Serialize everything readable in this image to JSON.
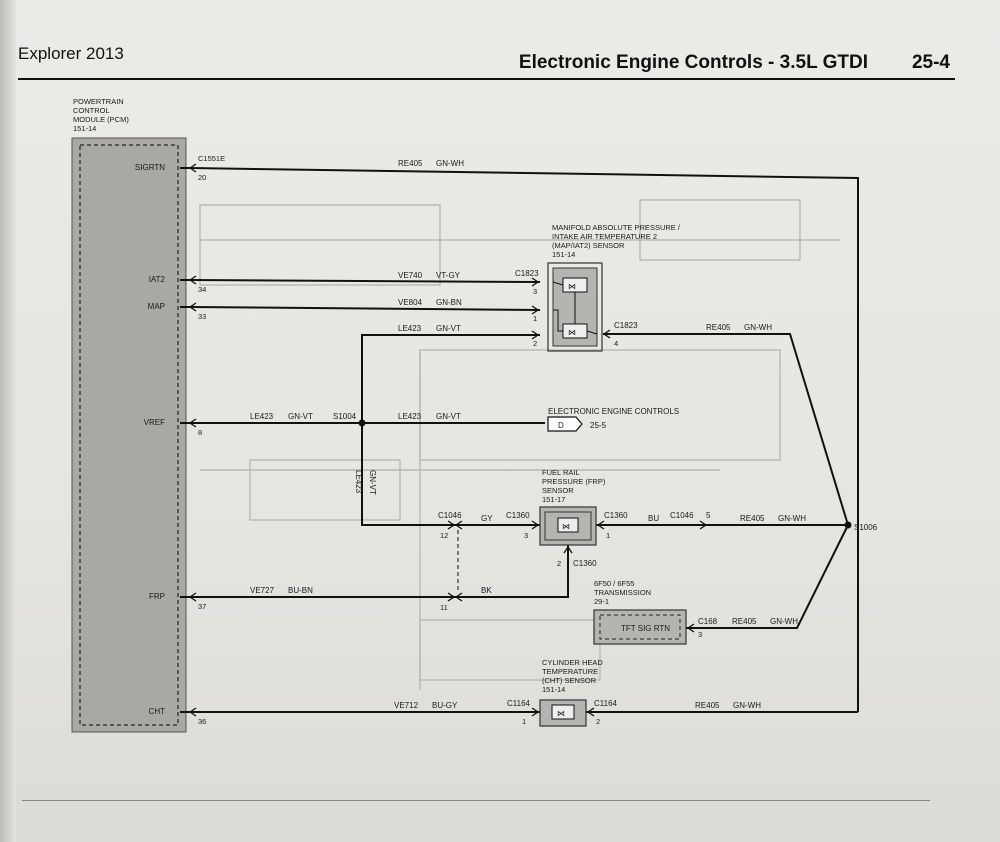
{
  "header": {
    "vehicle": "Explorer 2013",
    "section_title": "Electronic Engine Controls - 3.5L GTDI",
    "page_number": "25-4"
  },
  "pcm": {
    "label_lines": [
      "POWERTRAIN",
      "CONTROL",
      "MODULE (PCM)",
      "151-14"
    ],
    "pins": {
      "sigrtn": {
        "name": "SIGRTN",
        "pin": "20"
      },
      "iat2": {
        "name": "IAT2",
        "pin": "34"
      },
      "map": {
        "name": "MAP",
        "pin": "33"
      },
      "vref": {
        "name": "VREF",
        "pin": "8"
      },
      "frp": {
        "name": "FRP",
        "pin": "37"
      },
      "cht": {
        "name": "CHT",
        "pin": "36"
      }
    },
    "connector": "C1551E"
  },
  "wires": {
    "sigrtn": {
      "circuit": "RE405",
      "color": "GN-WH"
    },
    "iat2": {
      "circuit": "VE740",
      "color": "VT-GY"
    },
    "map": {
      "circuit": "VE804",
      "color": "GN-BN"
    },
    "le423_upper": {
      "circuit": "LE423",
      "color": "GN-VT"
    },
    "map_ret": {
      "circuit": "RE405",
      "color": "GN-WH"
    },
    "vref": {
      "circuit": "LE423",
      "color": "GN-VT"
    },
    "vref_out": {
      "circuit": "LE423",
      "color": "GN-VT"
    },
    "vert_le423": {
      "circuit": "LE423",
      "color": "GN-VT"
    },
    "frp_gy": {
      "color": "GY"
    },
    "frp_bu": {
      "color": "BU"
    },
    "frp_ret": {
      "circuit": "RE405",
      "color": "GN-WH"
    },
    "frp_sig": {
      "circuit": "VE727",
      "color": "BU-BN"
    },
    "frp_bk": {
      "color": "BK"
    },
    "tft_ret": {
      "circuit": "RE405",
      "color": "GN-WH"
    },
    "cht": {
      "circuit": "VE712",
      "color": "BU-GY"
    },
    "cht_ret": {
      "circuit": "RE405",
      "color": "GN-WH"
    }
  },
  "splices": {
    "s1004": "S1004",
    "s1006": "S1006"
  },
  "map_sensor": {
    "label_lines": [
      "MANIFOLD ABSOLUTE PRESSURE /",
      "INTAKE AIR TEMPERATURE 2",
      "(MAP/IAT2) SENSOR",
      "151-14"
    ],
    "connector": "C1823",
    "connector_out": "C1823",
    "pins": {
      "iat2": "3",
      "map": "1",
      "ref": "2",
      "ret": "4"
    }
  },
  "eec_ref": {
    "label": "ELECTRONIC ENGINE CONTROLS",
    "letter": "D",
    "page": "25-5"
  },
  "frp_sensor": {
    "label_lines": [
      "FUEL RAIL",
      "PRESSURE (FRP)",
      "SENSOR",
      "151-17"
    ],
    "c1046_left": "C1046",
    "pin12": "12",
    "pin11": "11",
    "c1360_left": "C1360",
    "pin3": "3",
    "c1360_right": "C1360",
    "pin1": "1",
    "c1360_bottom": "C1360",
    "pin2": "2",
    "c1046_right": "C1046",
    "pin5": "5"
  },
  "transmission": {
    "label_lines": [
      "6F50 / 6F55",
      "TRANSMISSION",
      "29-1"
    ],
    "inner": "TFT SIG RTN",
    "connector": "C168",
    "pin": "3"
  },
  "cht_sensor": {
    "label_lines": [
      "CYLINDER HEAD",
      "TEMPERATURE",
      "(CHT) SENSOR",
      "151-14"
    ],
    "connector_left": "C1164",
    "pin1": "1",
    "connector_right": "C1164",
    "pin2": "2"
  }
}
